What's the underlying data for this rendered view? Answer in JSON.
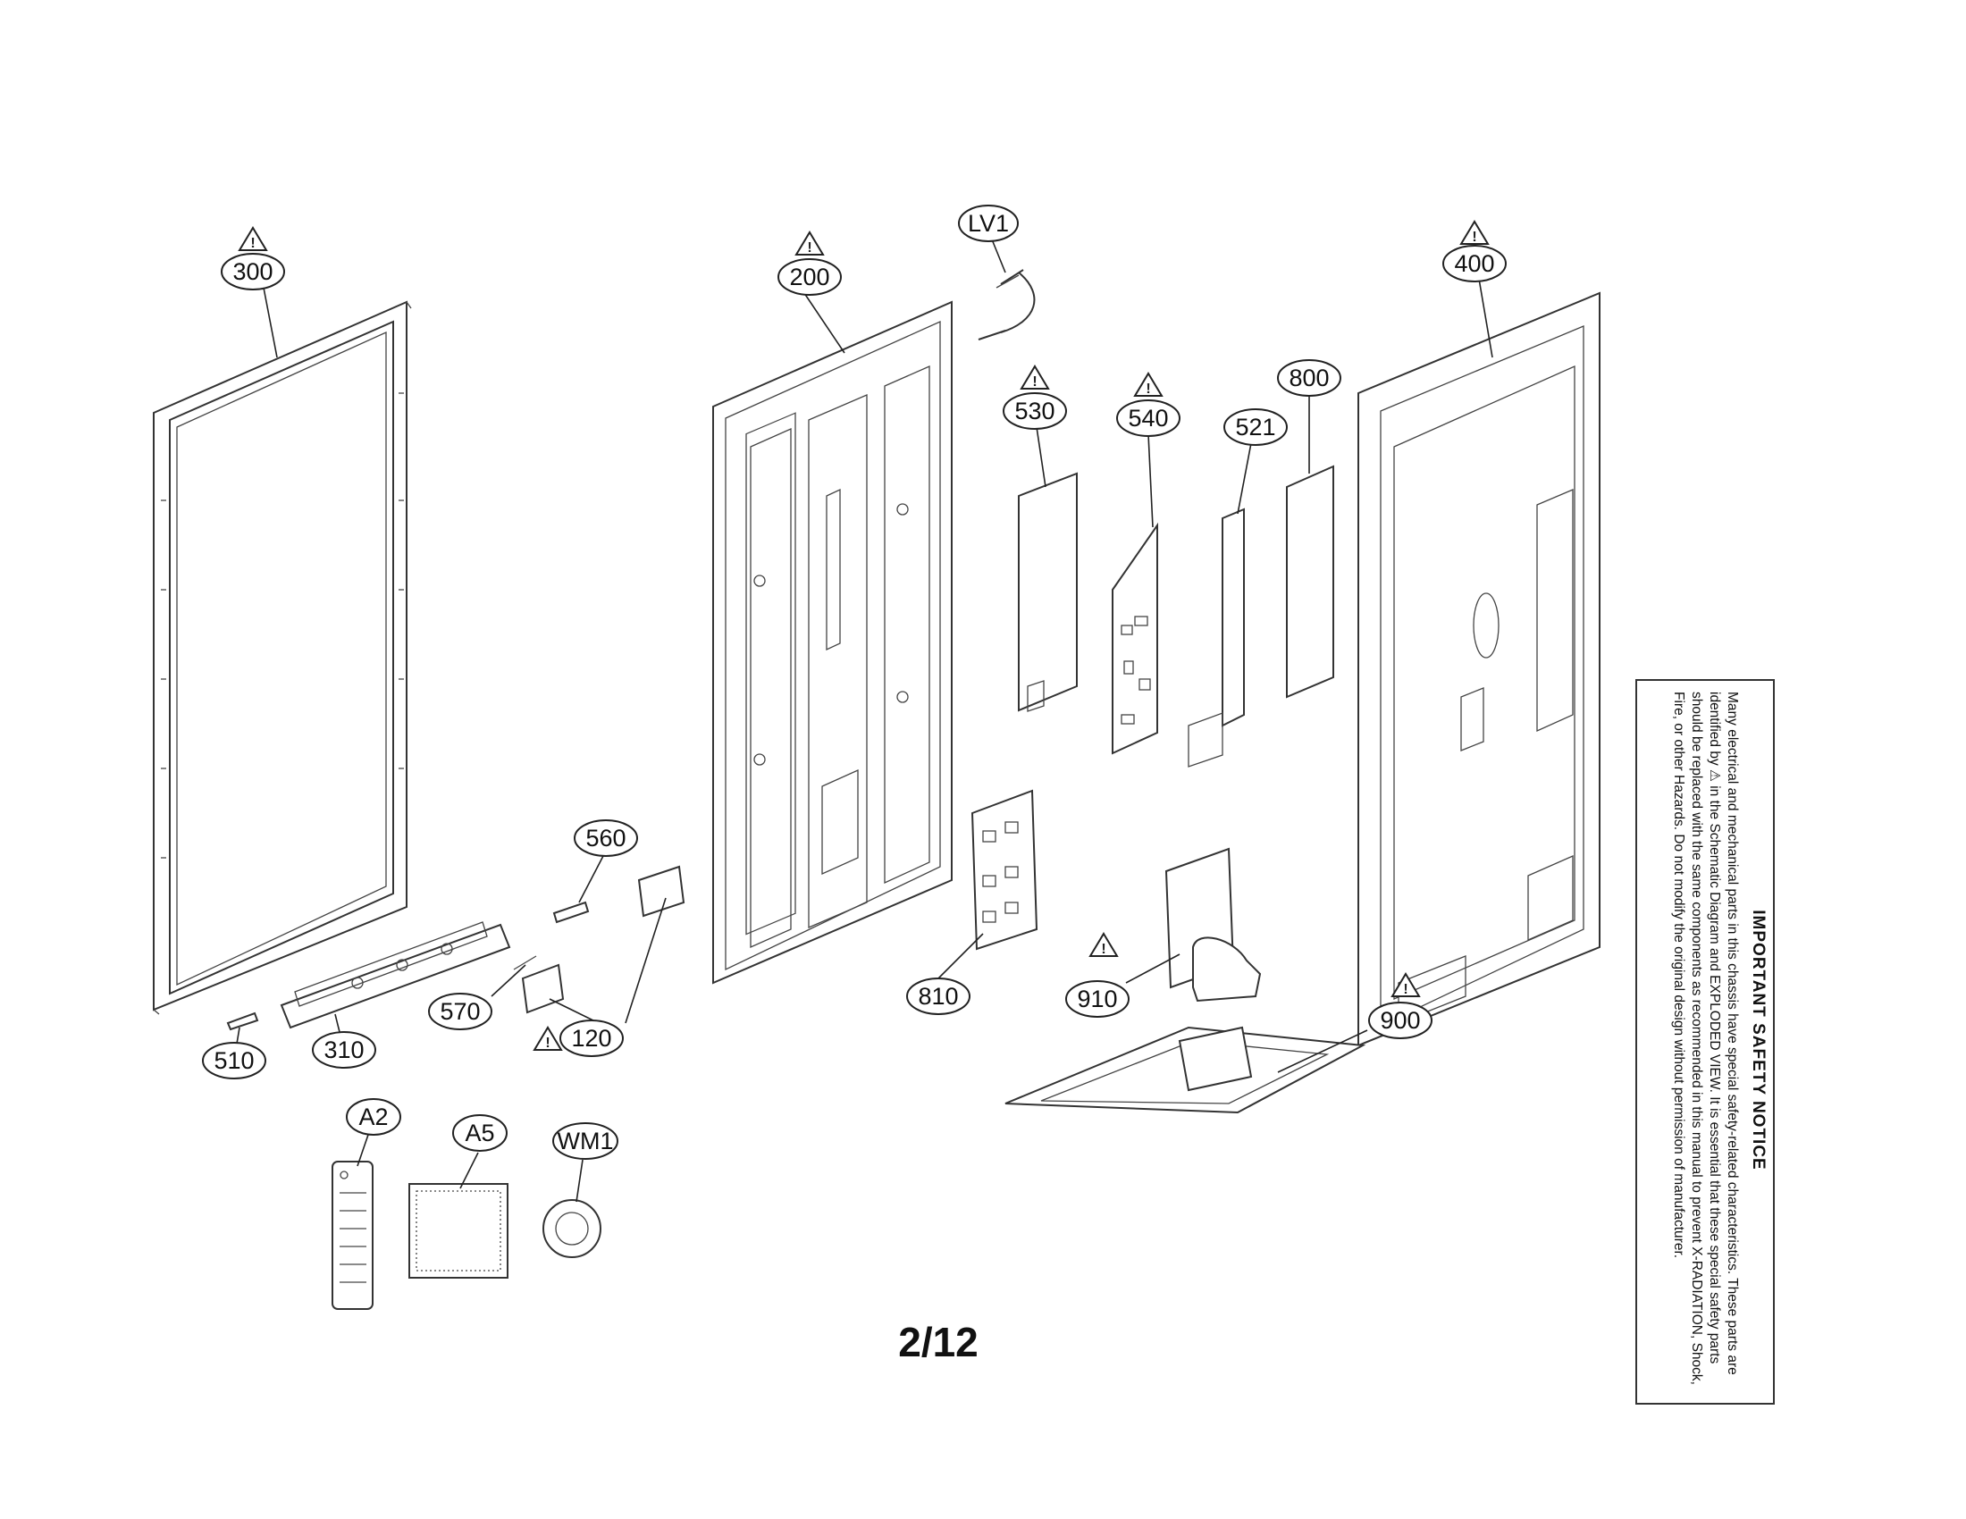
{
  "diagram": {
    "callouts": [
      {
        "id": "300",
        "label": "300",
        "warning": true
      },
      {
        "id": "200",
        "label": "200",
        "warning": true
      },
      {
        "id": "LV1",
        "label": "LV1",
        "warning": false
      },
      {
        "id": "400",
        "label": "400",
        "warning": true
      },
      {
        "id": "530",
        "label": "530",
        "warning": true
      },
      {
        "id": "540",
        "label": "540",
        "warning": true
      },
      {
        "id": "521",
        "label": "521",
        "warning": false
      },
      {
        "id": "800",
        "label": "800",
        "warning": false
      },
      {
        "id": "560",
        "label": "560",
        "warning": false
      },
      {
        "id": "570",
        "label": "570",
        "warning": false
      },
      {
        "id": "120",
        "label": "120",
        "warning": true
      },
      {
        "id": "510",
        "label": "510",
        "warning": false
      },
      {
        "id": "310",
        "label": "310",
        "warning": false
      },
      {
        "id": "810",
        "label": "810",
        "warning": false
      },
      {
        "id": "910",
        "label": "910",
        "warning": true
      },
      {
        "id": "900",
        "label": "900",
        "warning": true
      },
      {
        "id": "A2",
        "label": "A2",
        "warning": false
      },
      {
        "id": "A5",
        "label": "A5",
        "warning": false
      },
      {
        "id": "WM1",
        "label": "WM1",
        "warning": false
      }
    ],
    "warning_symbol": "!"
  },
  "page": {
    "number": "2/12"
  },
  "safety_notice": {
    "title": "IMPORTANT SAFETY NOTICE",
    "body": "Many electrical and mechanical parts in this chassis have special safety-related characteristics. These parts are identified by ⚠ in the Schematic Diagram and EXPLODED VIEW. It is essential that these special safety parts should be replaced with the same components as recommended in this manual to prevent X-RADIATION, Shock, Fire, or other Hazards. Do not modify the original design without permission of manufacturer."
  },
  "icons": {
    "warning": "warning-triangle-icon"
  }
}
